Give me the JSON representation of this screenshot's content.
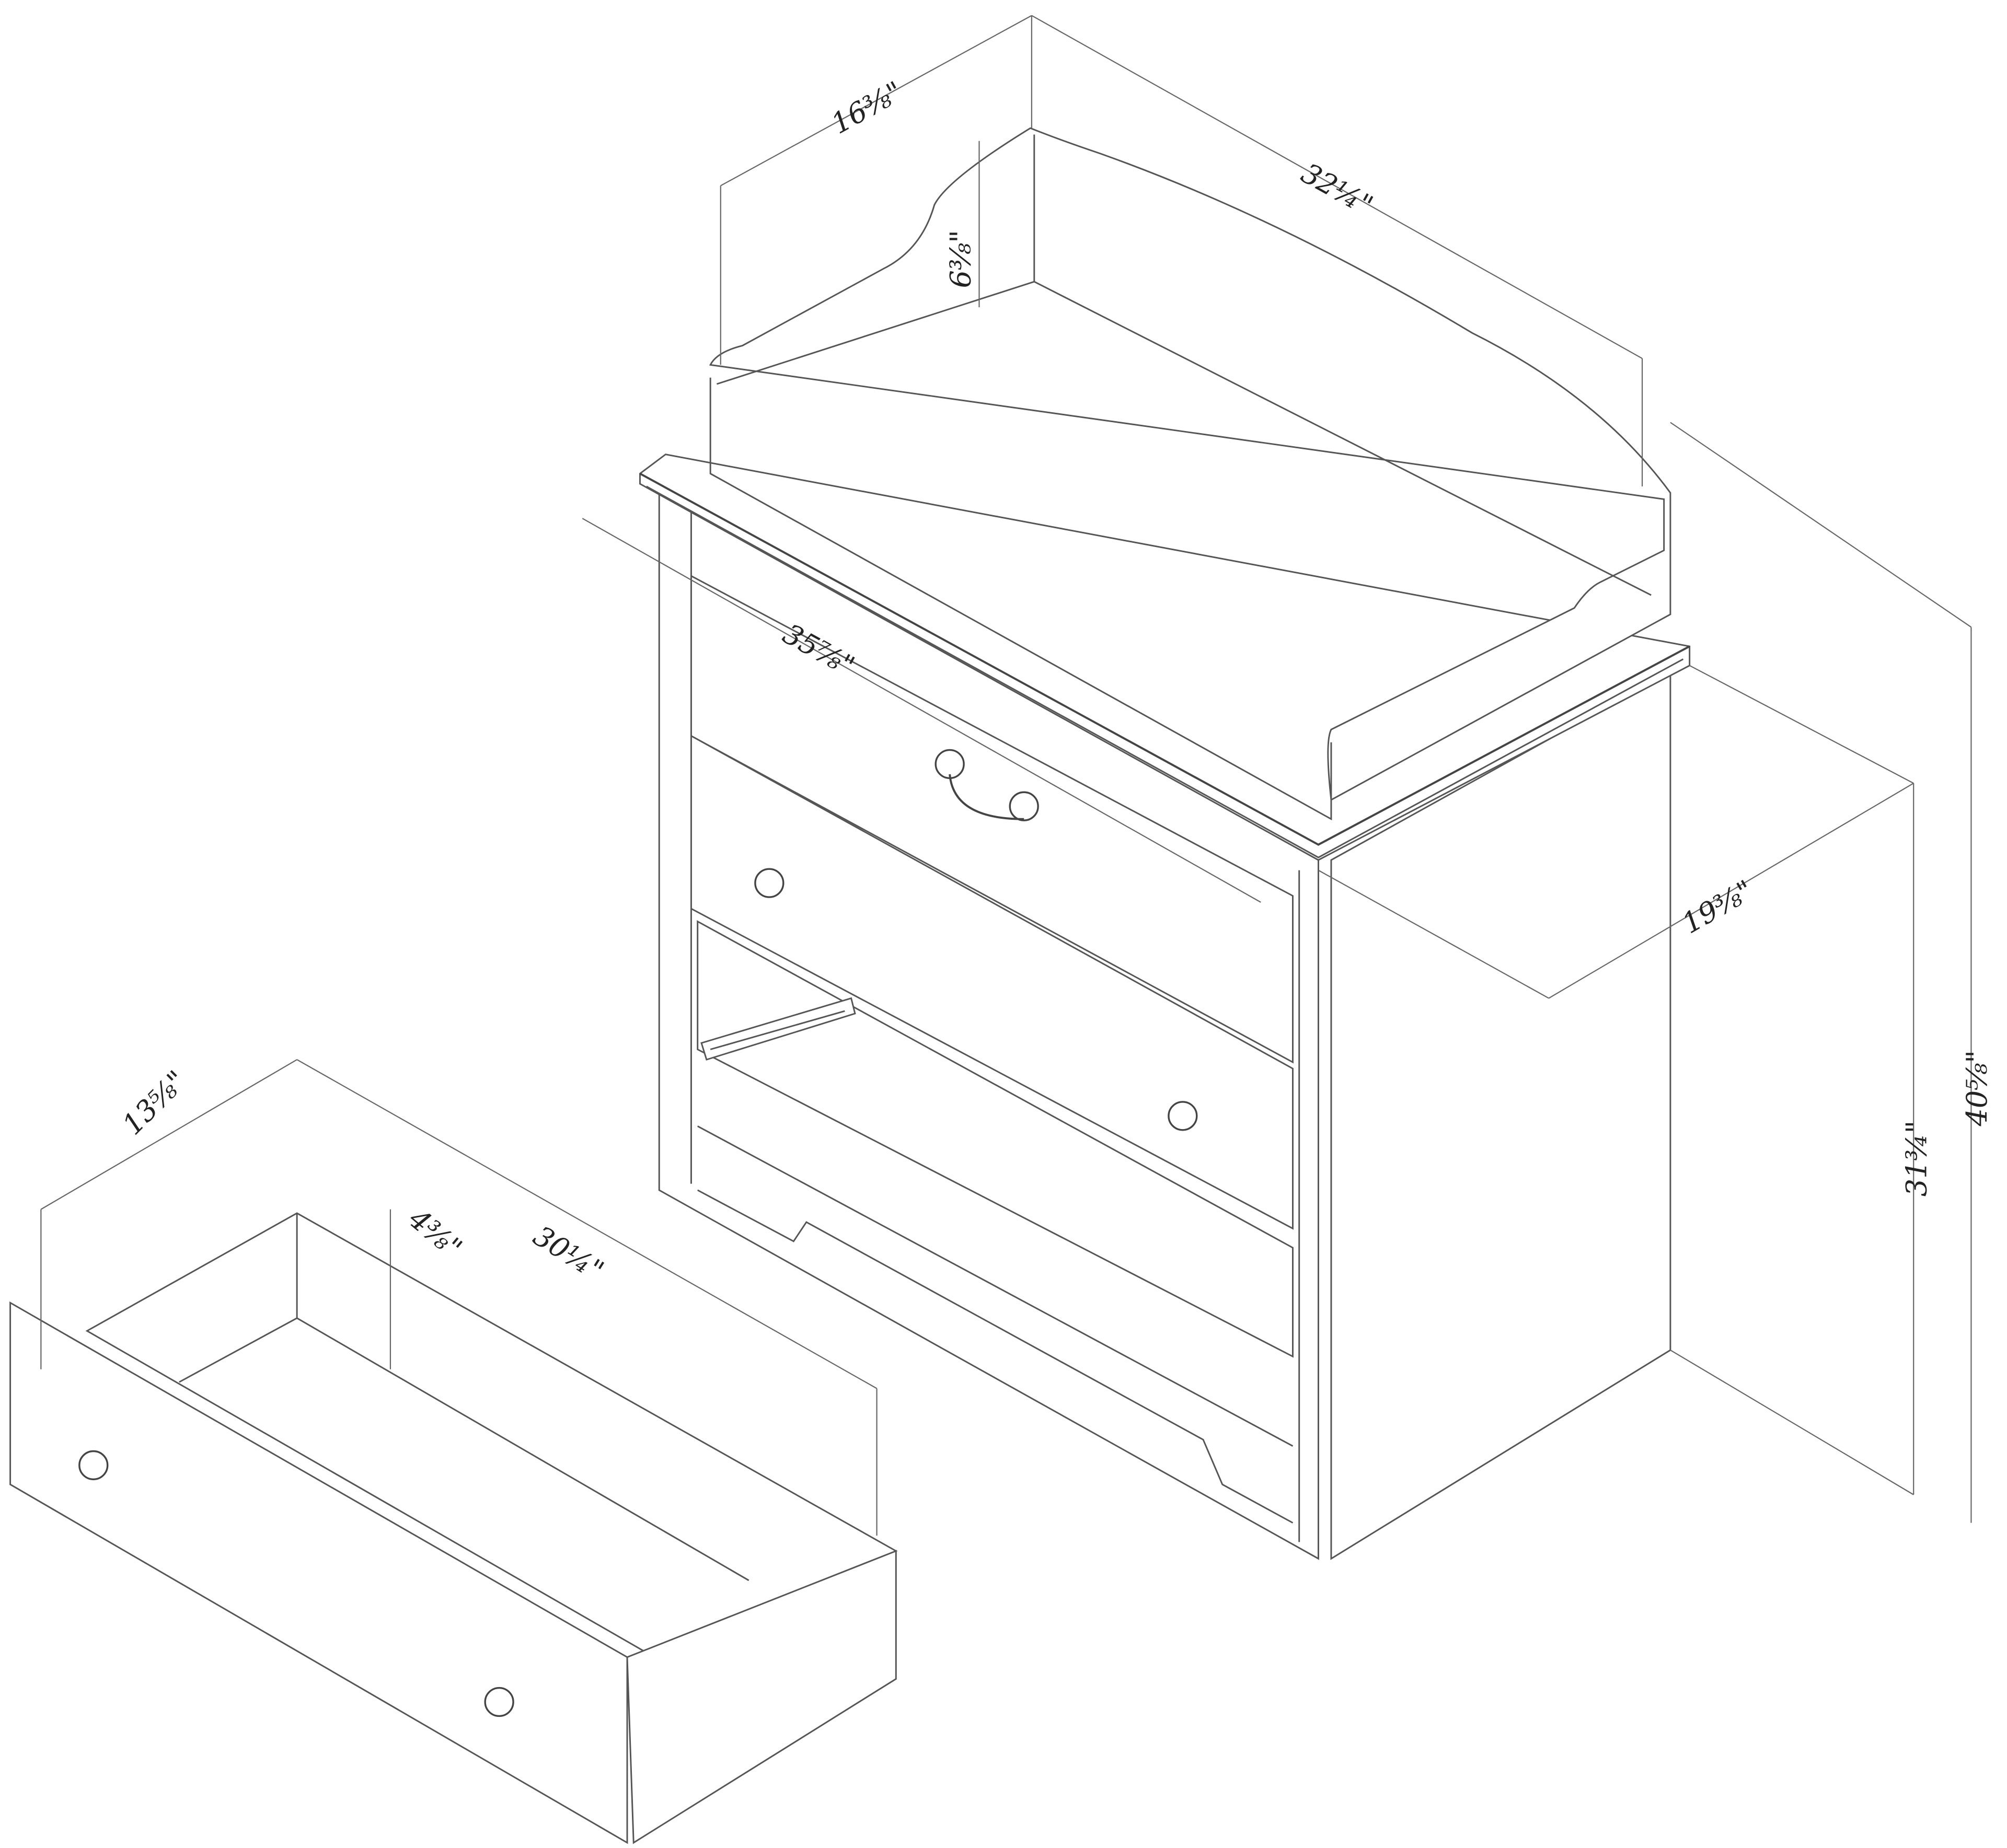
{
  "diagram": {
    "title": "Changing table with drawers - dimension drawing",
    "background": "#ffffff",
    "line_color": "#555555",
    "units": "inches",
    "dimensions": {
      "top_depth": "16⅜\"",
      "top_width": "32¼\"",
      "backrail_height": "6⅜\"",
      "overall_width": "35⅞\"",
      "body_depth": "19⅜\"",
      "top_surface_height": "31¾\"",
      "overall_height": "40⅝\"",
      "drawer_depth": "13⅝\"",
      "drawer_width": "30¼\"",
      "drawer_height": "4⅜\""
    }
  }
}
